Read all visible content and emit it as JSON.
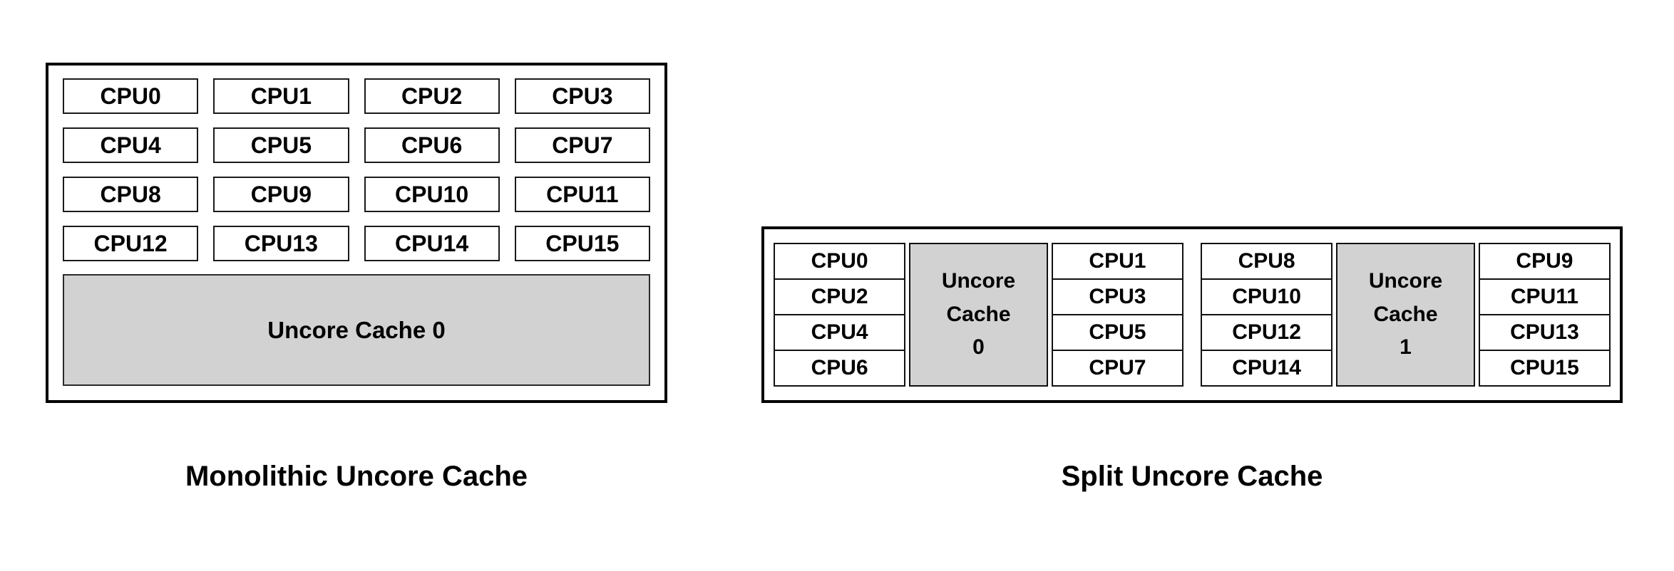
{
  "colors": {
    "background": "#ffffff",
    "cache_fill": "#d2d2d2",
    "border": "#000000",
    "text": "#000000"
  },
  "monolithic": {
    "caption": "Monolithic Uncore Cache",
    "cpus": [
      "CPU0",
      "CPU1",
      "CPU2",
      "CPU3",
      "CPU4",
      "CPU5",
      "CPU6",
      "CPU7",
      "CPU8",
      "CPU9",
      "CPU10",
      "CPU11",
      "CPU12",
      "CPU13",
      "CPU14",
      "CPU15"
    ],
    "cache_label": "Uncore Cache 0"
  },
  "split": {
    "caption": "Split Uncore Cache",
    "groups": [
      {
        "left_cpus": [
          "CPU0",
          "CPU2",
          "CPU4",
          "CPU6"
        ],
        "cache_label": "Uncore\nCache\n0",
        "right_cpus": [
          "CPU1",
          "CPU3",
          "CPU5",
          "CPU7"
        ]
      },
      {
        "left_cpus": [
          "CPU8",
          "CPU10",
          "CPU12",
          "CPU14"
        ],
        "cache_label": "Uncore\nCache\n1",
        "right_cpus": [
          "CPU9",
          "CPU11",
          "CPU13",
          "CPU15"
        ]
      }
    ]
  }
}
